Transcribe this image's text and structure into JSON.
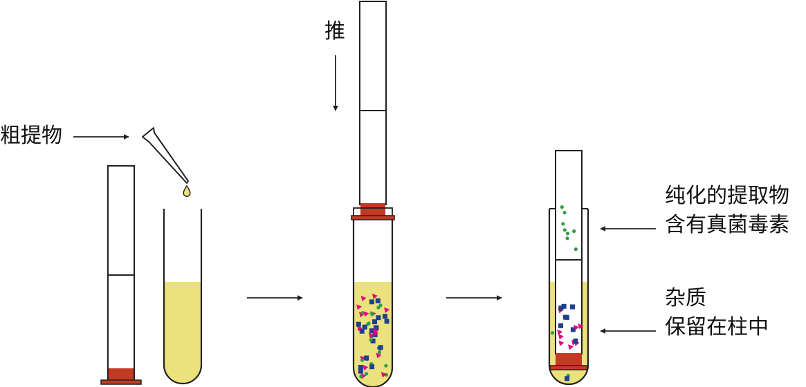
{
  "labels": {
    "crude_extract": "粗提物",
    "push": "推",
    "purified_line1": "纯化的提取物",
    "purified_line2": "含有真菌毒素",
    "impurity_line1": "杂质",
    "impurity_line2": "保留在柱中"
  },
  "colors": {
    "outline": "#231f20",
    "liquid": "#ebe27e",
    "plug": "#c33a23",
    "square_particle": "#1f3f8f",
    "triangle_particle": "#e4007f",
    "dot_particle": "#2e9e44"
  }
}
